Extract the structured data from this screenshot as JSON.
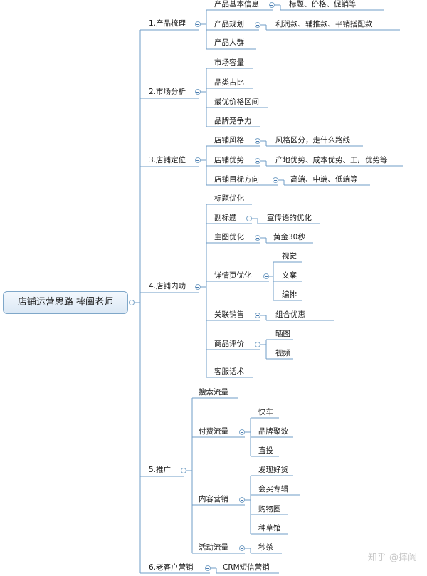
{
  "root": {
    "label": "店铺运营思路  摔阖老师"
  },
  "watermark": "知乎 @摔阖",
  "link_color": "#6f9cc7",
  "branches": [
    {
      "label": "1.产品梳理",
      "children": [
        {
          "label": "产品基本信息",
          "children": [
            {
              "label": "标题、价格、促销等"
            }
          ]
        },
        {
          "label": "产品规划",
          "children": [
            {
              "label": "利润款、辅推款、平销搭配款"
            }
          ]
        },
        {
          "label": "产品人群"
        }
      ]
    },
    {
      "label": "2.市场分析",
      "children": [
        {
          "label": "市场容量"
        },
        {
          "label": "品类占比"
        },
        {
          "label": "最优价格区间"
        },
        {
          "label": "品牌竞争力"
        }
      ]
    },
    {
      "label": "3.店铺定位",
      "children": [
        {
          "label": "店铺风格",
          "children": [
            {
              "label": "风格区分，走什么路线"
            }
          ]
        },
        {
          "label": "店铺优势",
          "children": [
            {
              "label": "产地优势、成本优势、工厂优势等"
            }
          ]
        },
        {
          "label": "店铺目标方向",
          "children": [
            {
              "label": "高端、中端、低端等"
            }
          ]
        }
      ]
    },
    {
      "label": "4.店铺内功",
      "children": [
        {
          "label": "标题优化"
        },
        {
          "label": "副标题",
          "children": [
            {
              "label": "宣传语的优化"
            }
          ]
        },
        {
          "label": "主图优化",
          "children": [
            {
              "label": "黄金30秒"
            }
          ]
        },
        {
          "label": "详情页优化",
          "children": [
            {
              "label": "视觉"
            },
            {
              "label": "文案"
            },
            {
              "label": "编排"
            }
          ]
        },
        {
          "label": "关联销售",
          "children": [
            {
              "label": "组合优惠"
            }
          ]
        },
        {
          "label": "商品评价",
          "children": [
            {
              "label": "晒图"
            },
            {
              "label": "视频"
            }
          ]
        },
        {
          "label": "客服话术"
        }
      ]
    },
    {
      "label": "5.推广",
      "children": [
        {
          "label": "搜索流量"
        },
        {
          "label": "付费流量",
          "children": [
            {
              "label": "快车"
            },
            {
              "label": "品牌聚效"
            },
            {
              "label": "直投"
            }
          ]
        },
        {
          "label": "内容营销",
          "children": [
            {
              "label": "发现好货"
            },
            {
              "label": "会买专辑"
            },
            {
              "label": "购物圈"
            },
            {
              "label": "种草馆"
            }
          ]
        },
        {
          "label": "活动流量",
          "children": [
            {
              "label": "秒杀"
            }
          ]
        }
      ]
    },
    {
      "label": "6.老客户营销",
      "children": [
        {
          "label": "CRM短信营销"
        }
      ]
    }
  ]
}
